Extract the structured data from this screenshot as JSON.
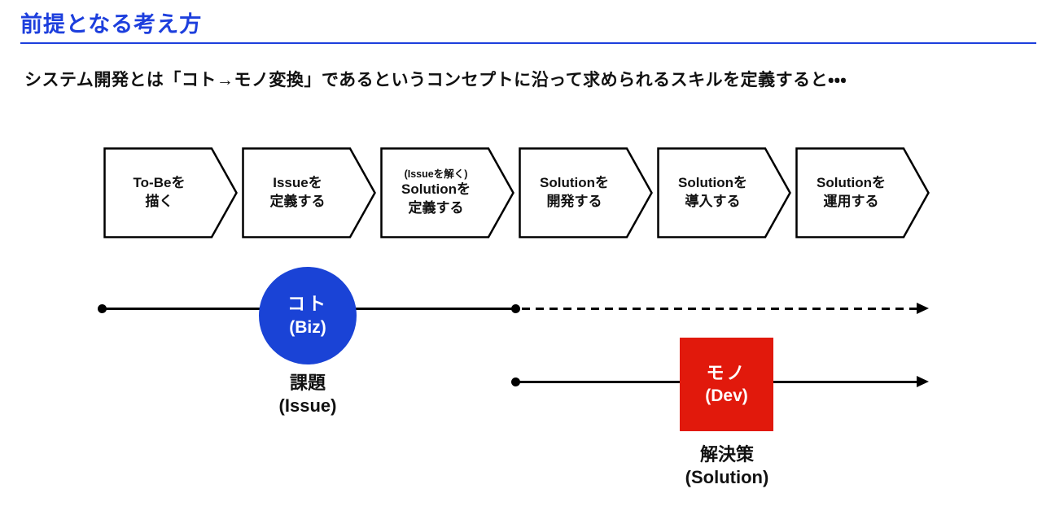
{
  "slide": {
    "title": "前提となる考え方",
    "subtitle": "システム開発とは「コト→モノ変換」であるというコンセプトに沿って求められるスキルを定義すると・・・"
  },
  "process_steps": [
    {
      "line1": "To-Beを",
      "line2": "描く"
    },
    {
      "line1": "Issueを",
      "line2": "定義する"
    },
    {
      "note": "(Issueを解く)",
      "line1": "Solutionを",
      "line2": "定義する"
    },
    {
      "line1": "Solutionを",
      "line2": "開発する"
    },
    {
      "line1": "Solutionを",
      "line2": "導入する"
    },
    {
      "line1": "Solutionを",
      "line2": "運用する"
    }
  ],
  "biz_phase": {
    "badge_top": "コト",
    "badge_bottom": "(Biz)",
    "caption_top": "課題",
    "caption_bottom": "(Issue)"
  },
  "dev_phase": {
    "badge_top": "モノ",
    "badge_bottom": "(Dev)",
    "caption_top": "解決策",
    "caption_bottom": "(Solution)"
  },
  "colors": {
    "title_blue": "#1d3fdd",
    "biz_blue": "#1a43d6",
    "dev_red": "#e1190c",
    "line_black": "#000000"
  }
}
